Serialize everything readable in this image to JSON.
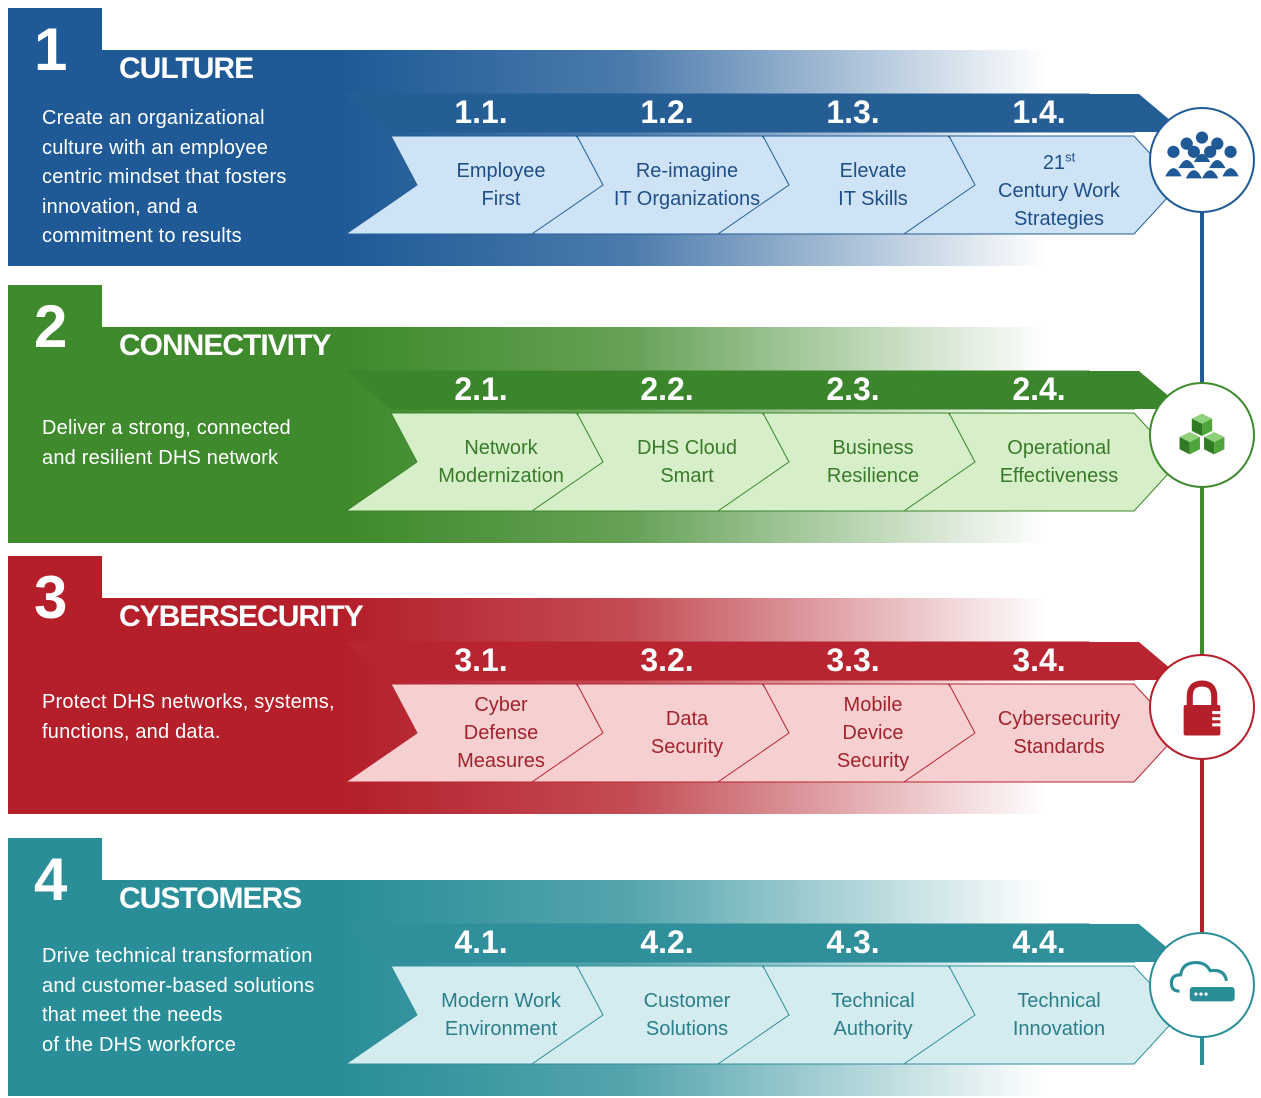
{
  "goals": [
    {
      "number": "1",
      "title": "CULTURE",
      "description": "Create an organizational\nculture with  an employee\ncentric mindset that fosters\ninnovation, and a\ncommitment  to results",
      "colors": {
        "main": "#1f5a97",
        "dark": "#245e95",
        "light": "#cfe3f6",
        "text": "#1f4f86",
        "ring": "#1f5a97"
      },
      "icon": "people-group-icon",
      "objectives": [
        {
          "number": "1.1.",
          "label": "Employee\nFirst"
        },
        {
          "number": "1.2.",
          "label": "Re-imagine\nIT Organizations"
        },
        {
          "number": "1.3.",
          "label": "Elevate\nIT Skills"
        },
        {
          "number": "1.4.",
          "label": "21st\nCentury Work\nStrategies"
        }
      ]
    },
    {
      "number": "2",
      "title": "CONNECTIVITY",
      "description": "Deliver  a strong,  connected\n and resilient  DHS network",
      "colors": {
        "main": "#3f8a2c",
        "dark": "#3b862c",
        "light": "#d6efc8",
        "text": "#3a7a2b",
        "ring": "#3f8a2c"
      },
      "icon": "network-cubes-icon",
      "objectives": [
        {
          "number": "2.1.",
          "label": "Network\nModernization"
        },
        {
          "number": "2.2.",
          "label": "DHS Cloud\nSmart"
        },
        {
          "number": "2.3.",
          "label": "Business\nResilience"
        },
        {
          "number": "2.4.",
          "label": "Operational\nEffectiveness"
        }
      ]
    },
    {
      "number": "3",
      "title": "CYBERSECURITY",
      "description": "Protect  DHS networks,  systems,\nfunctions,  and data.",
      "colors": {
        "main": "#b41f2a",
        "dark": "#b82530",
        "light": "#f6cfd1",
        "text": "#a1232c",
        "ring": "#b41f2a"
      },
      "icon": "padlock-icon",
      "objectives": [
        {
          "number": "3.1.",
          "label": "Cyber\nDefense\nMeasures"
        },
        {
          "number": "3.2.",
          "label": "Data\nSecurity"
        },
        {
          "number": "3.3.",
          "label": "Mobile\nDevice\nSecurity"
        },
        {
          "number": "3.4.",
          "label": "Cybersecurity\nStandards"
        }
      ]
    },
    {
      "number": "4",
      "title": "CUSTOMERS",
      "description": "Drive technical transformation\nand customer-based solutions\nthat meet  the needs\nof the DHS workforce",
      "colors": {
        "main": "#2a8e99",
        "dark": "#2f8f9a",
        "light": "#d4ecef",
        "text": "#2a7f8a",
        "ring": "#2a8e99"
      },
      "icon": "cloud-server-icon",
      "objectives": [
        {
          "number": "4.1.",
          "label": "Modern  Work\nEnvironment"
        },
        {
          "number": "4.2.",
          "label": "Customer\nSolutions"
        },
        {
          "number": "4.3.",
          "label": "Technical\nAuthority"
        },
        {
          "number": "4.4.",
          "label": "Technical\nInnovation"
        }
      ]
    }
  ]
}
